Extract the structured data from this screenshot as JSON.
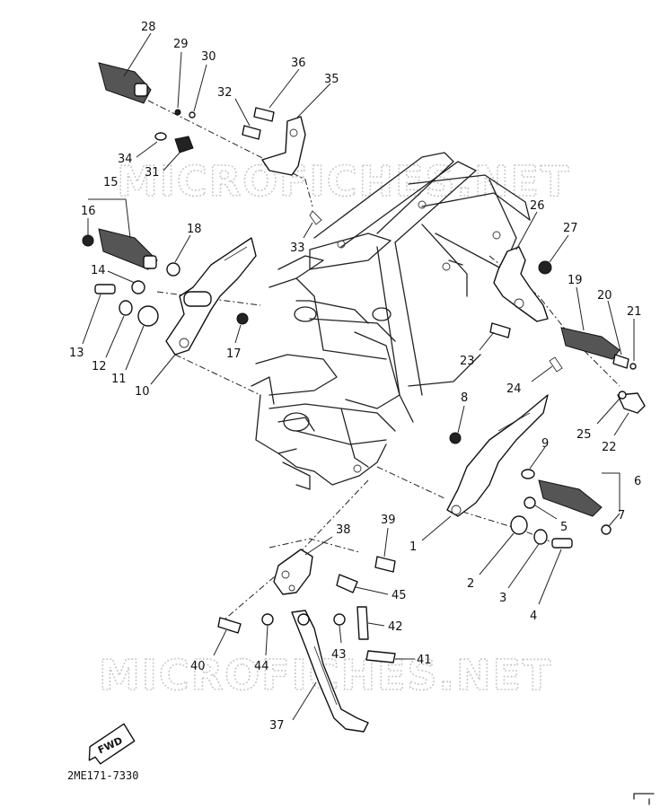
{
  "watermark": "MICROFICHES.NET",
  "drawing_code": "2ME171-7330",
  "fwd_label": "FWD",
  "callouts": [
    "28",
    "29",
    "30",
    "36",
    "35",
    "32",
    "34",
    "31",
    "15",
    "16",
    "18",
    "14",
    "13",
    "12",
    "11",
    "10",
    "17",
    "33",
    "26",
    "27",
    "19",
    "20",
    "21",
    "23",
    "24",
    "25",
    "22",
    "8",
    "9",
    "6",
    "7",
    "5",
    "1",
    "2",
    "3",
    "4",
    "38",
    "39",
    "45",
    "42",
    "43",
    "40",
    "44",
    "41",
    "37"
  ]
}
